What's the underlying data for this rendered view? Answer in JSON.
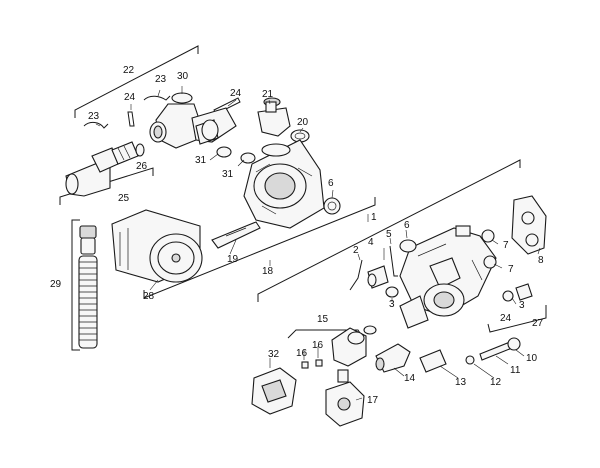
{
  "callouts": {
    "c1": "1",
    "c2": "2",
    "c3a": "3",
    "c3b": "3",
    "c4": "4",
    "c5": "5",
    "c6a": "6",
    "c6b": "6",
    "c7a": "7",
    "c7b": "7",
    "c8": "8",
    "c10": "10",
    "c11": "11",
    "c12": "12",
    "c13": "13",
    "c14": "14",
    "c15": "15",
    "c16a": "16",
    "c16b": "16",
    "c17": "17",
    "c18": "18",
    "c19": "19",
    "c20": "20",
    "c21": "21",
    "c22": "22",
    "c23a": "23",
    "c23b": "23",
    "c24a": "24",
    "c24b": "24",
    "c24c": "24",
    "c25": "25",
    "c26": "26",
    "c27": "27",
    "c28": "28",
    "c29": "29",
    "c30": "30",
    "c31a": "31",
    "c31b": "31",
    "c32": "32"
  }
}
